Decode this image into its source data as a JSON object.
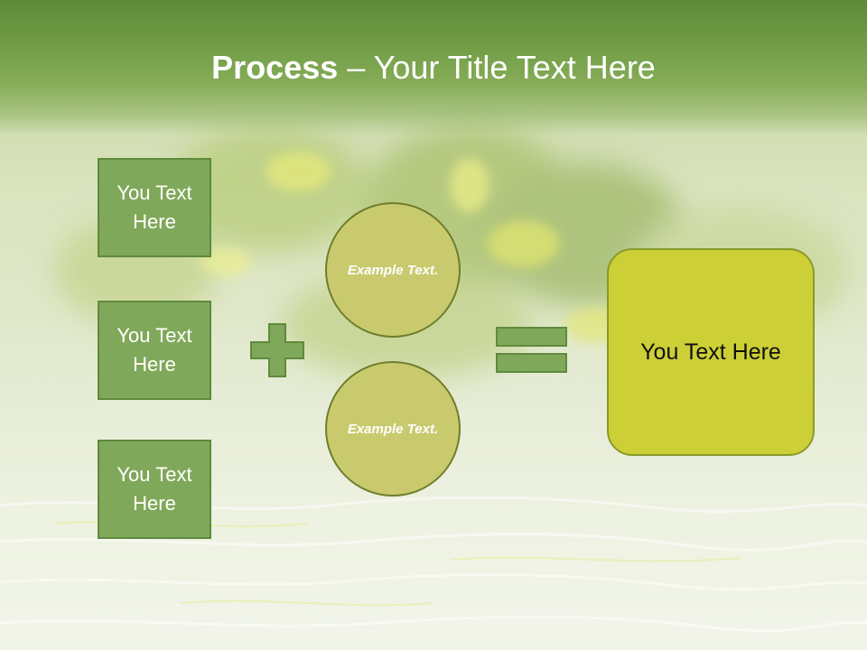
{
  "slide": {
    "title_bold": "Process",
    "title_rest": " – Your Title Text Here",
    "left_boxes": [
      "You Text Here",
      "You Text Here",
      "You Text Here"
    ],
    "circles": [
      "Example Text.",
      "Example Text."
    ],
    "result_text": "You Text Here",
    "operators": {
      "plus": "plus-icon",
      "equals": "equals-icon"
    },
    "colors": {
      "header": "#6f9a44",
      "box_fill": "#80a85a",
      "circle_fill": "#c9ca6e",
      "result_fill": "#cdcf36"
    }
  }
}
